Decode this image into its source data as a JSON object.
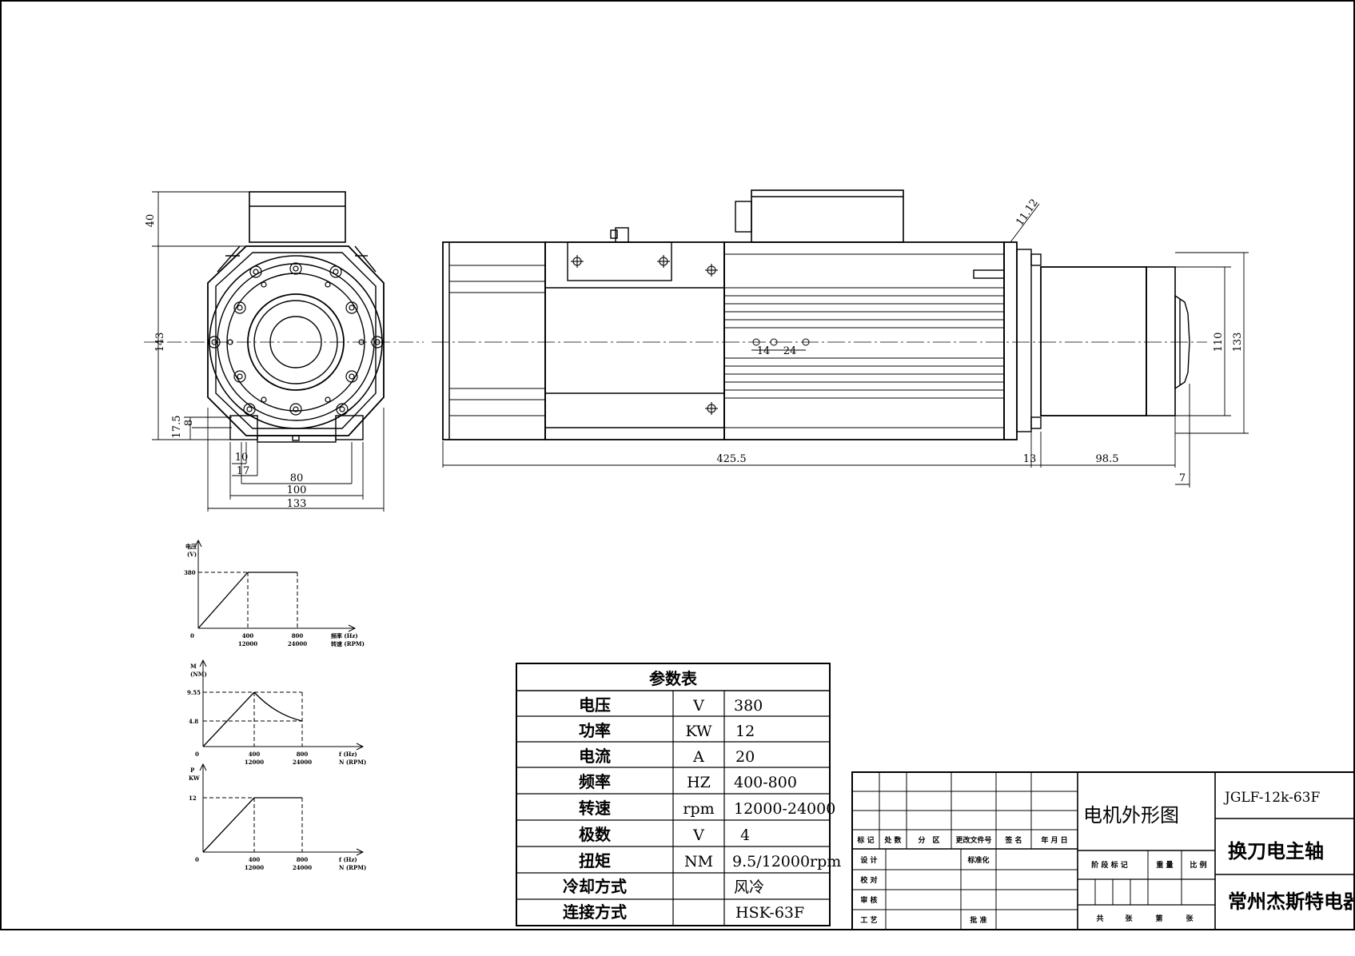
{
  "front_view_dims": {
    "d40": "40",
    "d143": "143",
    "d17_5": "17.5",
    "d8": "8",
    "d10": "10",
    "d17": "17",
    "d80": "80",
    "d100": "100",
    "d133": "133"
  },
  "side_view_dims": {
    "d11_12": "11.12",
    "d14": "14",
    "d24": "24",
    "d425_5": "425.5",
    "d13": "13",
    "d98_5": "98.5",
    "d7": "7",
    "d110": "110",
    "d133": "133"
  },
  "graphs": [
    {
      "y_label_1": "电压",
      "y_label_2": "(V)",
      "y_tick": "380",
      "origin": "0",
      "x_tick1_a": "400",
      "x_tick1_b": "12000",
      "x_tick2_a": "800",
      "x_tick2_b": "24000",
      "x_label_1": "频率 (Hz)",
      "x_label_2": "转速 (RPM)"
    },
    {
      "y_label_1": "M",
      "y_label_2": "(NM)",
      "y_tick_hi": "9.55",
      "y_tick_lo": "4.8",
      "origin": "0",
      "x_tick1_a": "400",
      "x_tick1_b": "12000",
      "x_tick2_a": "800",
      "x_tick2_b": "24000",
      "x_label_1": "f (Hz)",
      "x_label_2": "N (RPM)"
    },
    {
      "y_label_1": "P",
      "y_label_2": "KW",
      "y_tick": "12",
      "origin": "0",
      "x_tick1_a": "400",
      "x_tick1_b": "12000",
      "x_tick2_a": "800",
      "x_tick2_b": "24000",
      "x_label_1": "f (Hz)",
      "x_label_2": "N (RPM)"
    }
  ],
  "param_table": {
    "title": "参数表",
    "rows": [
      {
        "name": "电压",
        "unit": "V",
        "value": "380"
      },
      {
        "name": "功率",
        "unit": "KW",
        "value": "12"
      },
      {
        "name": "电流",
        "unit": "A",
        "value": "20"
      },
      {
        "name": "频率",
        "unit": "HZ",
        "value": "400-800"
      },
      {
        "name": "转速",
        "unit": "rpm",
        "value": "12000-24000"
      },
      {
        "name": "极数",
        "unit": "V",
        "value": "4"
      },
      {
        "name": "扭矩",
        "unit": "NM",
        "value": "9.5/12000rpm"
      },
      {
        "name": "冷却方式",
        "unit": "",
        "value": "风冷"
      },
      {
        "name": "连接方式",
        "unit": "",
        "value": "HSK-63F"
      }
    ]
  },
  "title_block": {
    "drawing_name": "电机外形图",
    "model": "JGLF-12k-63F",
    "product": "换刀电主轴",
    "company": "常州杰斯特电器",
    "headers": [
      "标 记",
      "处 数",
      "分　区",
      "更改文件号",
      "签 名",
      "年 月 日"
    ],
    "design": "设 计",
    "standardize": "标准化",
    "check": "校 对",
    "review": "审 核",
    "process": "工 艺",
    "approve": "批 准",
    "stage_mark": "阶 段 标 记",
    "weight": "重 量",
    "scale": "比 例",
    "total": "共",
    "sheets": "张",
    "page_no": "第",
    "sheet_end": "张"
  }
}
